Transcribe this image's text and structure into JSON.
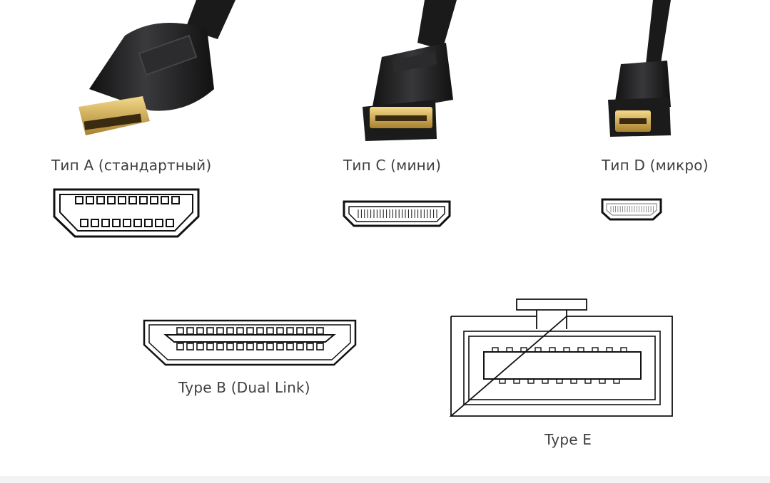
{
  "connectors": {
    "type_a": {
      "label": "Тип A (стандартный)"
    },
    "type_c": {
      "label": "Тип C (мини)"
    },
    "type_d": {
      "label": "Тип D (микро)"
    },
    "type_b": {
      "label": "Type B (Dual Link)"
    },
    "type_e": {
      "label": "Type E"
    }
  },
  "colors": {
    "plug_body": "#1c1c1e",
    "plug_highlight": "#3a3a3d",
    "metal": "#d8b560",
    "metal_dark": "#8a6a24",
    "outline": "#111111",
    "label_text": "#3e3e3e"
  }
}
